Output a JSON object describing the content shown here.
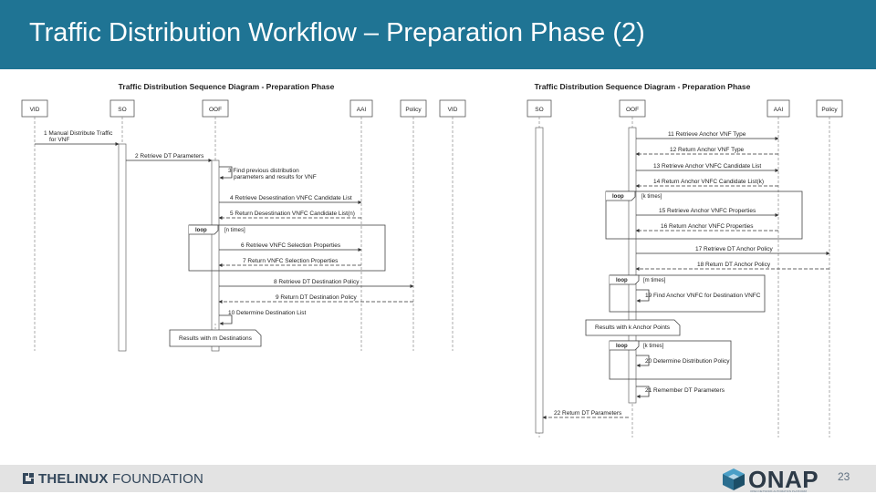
{
  "header": {
    "title": "Traffic Distribution Workflow – Preparation Phase (2)"
  },
  "footer": {
    "linux_foundation": {
      "part1": "THE",
      "part2": "LINUX",
      "part3": " FOUNDATION"
    },
    "onap": {
      "word": "ONAP",
      "tagline": "OPEN NETWORK AUTOMATION PLATFORM"
    },
    "page_number": "23"
  },
  "left_diagram": {
    "title": "Traffic Distribution Sequence Diagram - Preparation Phase",
    "participants": [
      "VID",
      "SO",
      "OOF",
      "AAI",
      "Policy",
      "VID"
    ],
    "messages": [
      {
        "label": "1 Manual Distribute Traffic for VNF",
        "line1": "1 Manual Distribute Traffic",
        "line2": "for VNF"
      },
      {
        "label": "2 Retrieve DT Parameters"
      },
      {
        "label": "3 Find previous distribution parameters and results for VNF",
        "line1": "3 Find previous distribution",
        "line2": "parameters and results for VNF"
      },
      {
        "label": "4 Retrieve Desestination VNFC Candidate List"
      },
      {
        "label": "5 Return Desestination VNFC Candidate List(n)"
      },
      {
        "label": "6 Retrieve VNFC Selection Properties"
      },
      {
        "label": "7 Return VNFC Selection Properties"
      },
      {
        "label": "8 Retrieve DT Destination Policy"
      },
      {
        "label": "9 Return DT Destination Policy"
      },
      {
        "label": "10 Determine Destination List"
      }
    ],
    "loop": {
      "tag": "loop",
      "condition": "[n times]"
    },
    "note": "Results with m Destinations"
  },
  "right_diagram": {
    "title": "Traffic Distribution Sequence Diagram - Preparation Phase",
    "participants": [
      "SO",
      "OOF",
      "AAI",
      "Policy"
    ],
    "messages": [
      {
        "label": "11 Retrieve Anchor VNF Type"
      },
      {
        "label": "12 Return Anchor VNF Type"
      },
      {
        "label": "13 Retrieve Anchor VNFC Candidate List"
      },
      {
        "label": "14 Return Anchor VNFC Candidate List(k)"
      },
      {
        "label": "15 Retrieve Anchor VNFC Properties"
      },
      {
        "label": "16 Return Anchor VNFC Properties"
      },
      {
        "label": "17 Retrieve DT Anchor Policy"
      },
      {
        "label": "18 Return DT Anchor Policy"
      },
      {
        "label": "19 Find Anchor VNFC for Destination VNFC"
      },
      {
        "label": "20 Determine Distribution Policy"
      },
      {
        "label": "21 Remember DT Parameters"
      },
      {
        "label": "22 Return DT Parameters"
      }
    ],
    "loops": [
      {
        "tag": "loop",
        "condition": "[k times]"
      },
      {
        "tag": "loop",
        "condition": "[m times]"
      },
      {
        "tag": "loop",
        "condition": "[k times]"
      }
    ],
    "note": "Results with k Anchor Points"
  },
  "colors": {
    "header": "#1f7494",
    "footer": "#e3e3e3",
    "ink": "#333333"
  }
}
